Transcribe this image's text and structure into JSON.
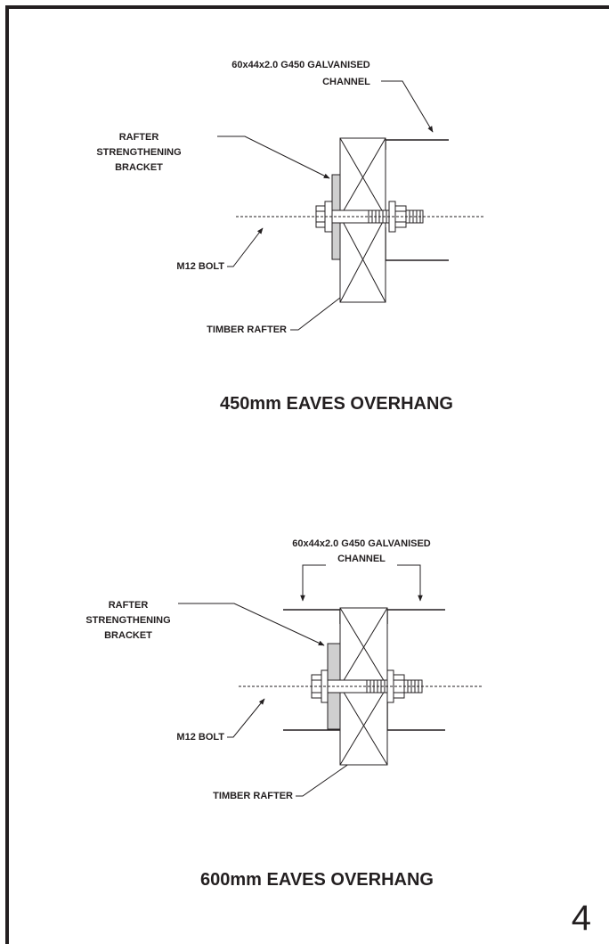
{
  "diagrams": [
    {
      "channel_label_1": "60x44x2.0 G450 GALVANISED",
      "channel_label_2": "CHANNEL",
      "bracket_label_1": "RAFTER",
      "bracket_label_2": "STRENGTHENING",
      "bracket_label_3": "BRACKET",
      "bolt_label": "M12 BOLT",
      "rafter_label": "TIMBER RAFTER",
      "caption": "450mm EAVES OVERHANG"
    },
    {
      "channel_label_1": "60x44x2.0 G450 GALVANISED",
      "channel_label_2": "CHANNEL",
      "bracket_label_1": "RAFTER",
      "bracket_label_2": "STRENGTHENING",
      "bracket_label_3": "BRACKET",
      "bolt_label": "M12 BOLT",
      "rafter_label": "TIMBER RAFTER",
      "caption": "600mm EAVES OVERHANG"
    }
  ],
  "page_number": "4",
  "colors": {
    "ink": "#231f20",
    "plate_fill": "#cfcfcf",
    "background": "#ffffff"
  }
}
